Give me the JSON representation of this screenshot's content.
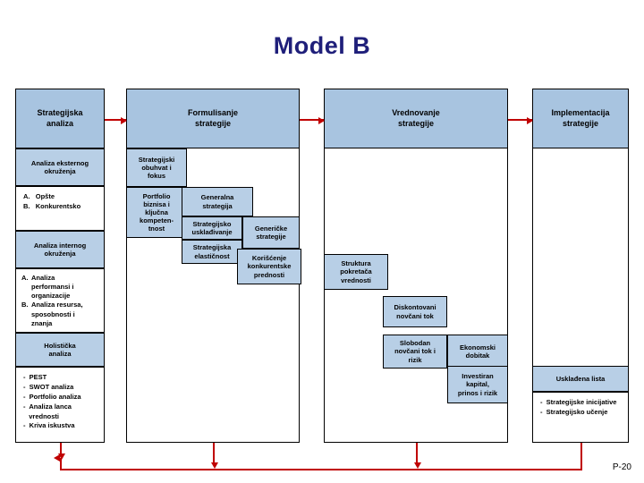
{
  "slide": {
    "title": "Model B",
    "page_number": "P-20"
  },
  "columns": [
    {
      "header": "Strategijska\nanaliza"
    },
    {
      "header": "Formulisanje\nstrategije"
    },
    {
      "header": "Vrednovanje\nstrategije"
    },
    {
      "header": "Implementacija\nstrategije"
    }
  ],
  "column1": {
    "box_external": "Analiza eksternog\nokruženja",
    "list_external": [
      "A.   Opšte",
      "B.   Konkurentsko"
    ],
    "box_internal": "Analiza internog\nokruženja",
    "list_internal": [
      {
        "marker": "A.",
        "text": "Analiza\nperformansi i\norganizacije"
      },
      {
        "marker": "B.",
        "text": "Analiza resursa,\nsposobnosti i\nznanja"
      }
    ],
    "box_holistic": "Holistička\nanaliza",
    "list_holistic": [
      "-  PEST",
      "-  SWOT analiza",
      "-  Portfolio analiza",
      "-  Analiza lanca",
      "   vrednosti",
      "-  Kriva iskustva"
    ]
  },
  "column2": {
    "box_scope": "Strategijski\nobuhvat i\nfokus",
    "box_portfolio": "Portfolio\nbiznisa i\nključna\nkompeten-\ntnost",
    "box_generic_strategy": "Generalna\nstrategija",
    "box_alignment": "Strategijsko\nusklađivanje",
    "box_elasticity": "Strategijska\nelastičnost",
    "box_generic_strategies": "Generičke\nstrategije"
  },
  "column3": {
    "box_advantage": "Korišćenje\nkonkurentske\nprednosti",
    "box_value_drivers": "Struktura\npokretača\nvrednosti",
    "box_dcf": "Diskontovani\nnovčani tok",
    "box_fcf_risk": "Slobodan\nnovčani tok i\nrizik",
    "box_economic_profit": "Ekonomski\ndobitak",
    "box_invested_capital": "Investiran\nkapital,\nprinos i rizik"
  },
  "column4": {
    "box_aligned_list": "Usklađena lista",
    "list_items": [
      "-  Strategijske inicijative",
      "-  Strategijsko učenje"
    ]
  }
}
